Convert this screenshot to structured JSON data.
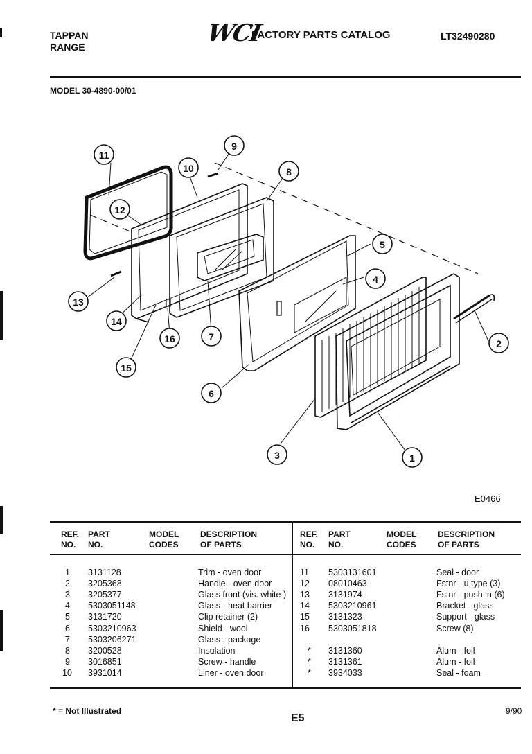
{
  "header": {
    "brand_line1": "TAPPAN",
    "brand_line2": "RANGE",
    "logo_text": "WCI",
    "catalog_title": "FACTORY PARTS CATALOG",
    "document_number": "LT32490280",
    "model_line": "MODEL 30-4890-00/01"
  },
  "diagram": {
    "figure_code": "E0466",
    "callouts": [
      "1",
      "2",
      "3",
      "4",
      "5",
      "6",
      "7",
      "8",
      "9",
      "10",
      "11",
      "12",
      "13",
      "14",
      "15",
      "16"
    ]
  },
  "table": {
    "headers": {
      "ref": "REF.\nNO.",
      "part": "PART\nNO.",
      "model": "MODEL\nCODES",
      "description": "DESCRIPTION\nOF PARTS"
    },
    "left_rows": [
      {
        "ref": "1",
        "part": "3131128",
        "codes": "",
        "desc": "Trim - oven door"
      },
      {
        "ref": "2",
        "part": "3205368",
        "codes": "",
        "desc": "Handle - oven door"
      },
      {
        "ref": "3",
        "part": "3205377",
        "codes": "",
        "desc": "Glass front (vis. white )"
      },
      {
        "ref": "4",
        "part": "5303051148",
        "codes": "",
        "desc": "Glass - heat barrier"
      },
      {
        "ref": "5",
        "part": "3131720",
        "codes": "",
        "desc": "Clip retainer (2)"
      },
      {
        "ref": "6",
        "part": "5303210963",
        "codes": "",
        "desc": "Shield - wool"
      },
      {
        "ref": "7",
        "part": "5303206271",
        "codes": "",
        "desc": "Glass - package"
      },
      {
        "ref": "8",
        "part": "3200528",
        "codes": "",
        "desc": "Insulation"
      },
      {
        "ref": "9",
        "part": "3016851",
        "codes": "",
        "desc": "Screw - handle"
      },
      {
        "ref": "10",
        "part": "3931014",
        "codes": "",
        "desc": "Liner - oven door"
      }
    ],
    "right_rows": [
      {
        "ref": "11",
        "part": "5303131601",
        "codes": "",
        "desc": "Seal - door"
      },
      {
        "ref": "12",
        "part": "08010463",
        "codes": "",
        "desc": "Fstnr - u type (3)"
      },
      {
        "ref": "13",
        "part": "3131974",
        "codes": "",
        "desc": "Fstnr - push in (6)"
      },
      {
        "ref": "14",
        "part": "5303210961",
        "codes": "",
        "desc": "Bracket - glass"
      },
      {
        "ref": "15",
        "part": "3131323",
        "codes": "",
        "desc": "Support - glass"
      },
      {
        "ref": "16",
        "part": "5303051818",
        "codes": "",
        "desc": "Screw (8)"
      },
      {
        "ref": "",
        "part": "",
        "codes": "",
        "desc": ""
      },
      {
        "ref": "*",
        "part": "3131360",
        "codes": "",
        "desc": "Alum - foil"
      },
      {
        "ref": "*",
        "part": "3131361",
        "codes": "",
        "desc": "Alum - foil"
      },
      {
        "ref": "*",
        "part": "3934033",
        "codes": "",
        "desc": "Seal - foam"
      }
    ]
  },
  "footer": {
    "note": "* = Not Illustrated",
    "page_code": "E5",
    "date_code": "9/90"
  }
}
